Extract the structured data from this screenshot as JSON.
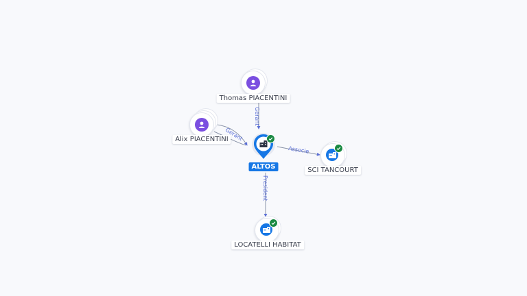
{
  "center": {
    "name": "ALTOS",
    "icon": "building-icon",
    "verified": true
  },
  "nodes": {
    "thomas": {
      "name": "Thomas PIACENTINI",
      "type": "person",
      "icon": "person-icon"
    },
    "alix": {
      "name": "Alix PIACENTINI",
      "type": "person",
      "icon": "person-icon"
    },
    "sci": {
      "name": "SCI TANCOURT",
      "type": "company",
      "icon": "building-icon",
      "verified": true
    },
    "locatelli": {
      "name": "LOCATELLI HABITAT",
      "type": "company",
      "icon": "building-icon",
      "verified": true
    }
  },
  "edges": {
    "thomas": "Gerant",
    "alix": "Gerant",
    "sci": "Associe",
    "locatelli": "President"
  },
  "colors": {
    "person": "#7b4fe0",
    "company": "#1677e5",
    "verified": "#1a8a43",
    "edge": "#5b6fd6",
    "center_label": "#1677e5"
  }
}
